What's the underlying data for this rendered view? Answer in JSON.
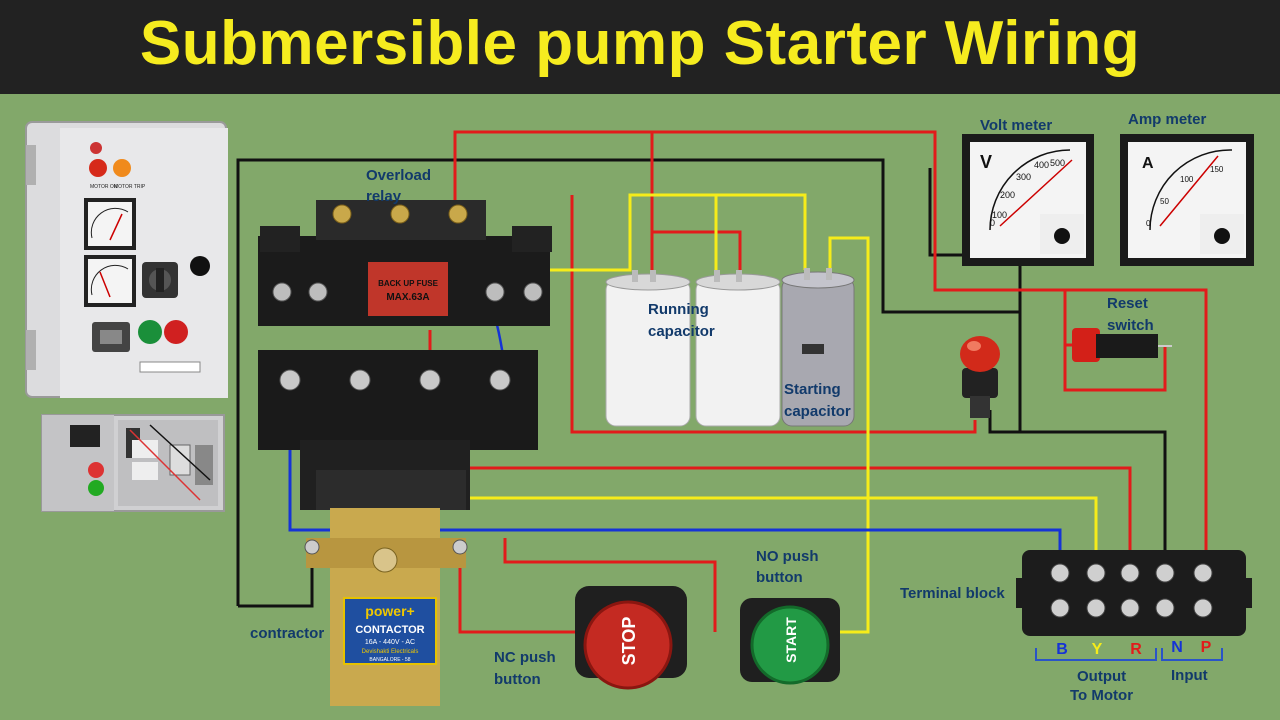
{
  "title": "Submersible pump Starter Wiring",
  "labels": {
    "overload_relay_1": "Overload",
    "overload_relay_2": "relay",
    "volt_meter": "Volt meter",
    "amp_meter": "Amp meter",
    "running_capacitor_1": "Running",
    "running_capacitor_2": "capacitor",
    "starting_capacitor_1": "Starting",
    "starting_capacitor_2": "capacitor",
    "reset_switch_1": "Reset",
    "reset_switch_2": "switch",
    "terminal_block": "Terminal block",
    "contractor": "contractor",
    "nc_push_1": "NC push",
    "nc_push_2": "button",
    "no_push_1": "NO push",
    "no_push_2": "button",
    "output_1": "Output",
    "output_2": "To Motor",
    "input": "Input"
  },
  "terminals": {
    "b": "B",
    "y": "Y",
    "r": "R",
    "n": "N",
    "p": "P"
  },
  "buttons": {
    "stop": "STOP",
    "start": "START"
  },
  "relay_plate": {
    "line1": "BACK UP FUSE",
    "line2": "MAX.63A"
  },
  "contactor_plate": {
    "brand": "power+",
    "type": "CONTACTOR",
    "rating": "16A - 440V - AC",
    "maker": "Devishakti Electricals",
    "city": "BANGALORE - 58"
  },
  "volt_meter_face": {
    "unit": "V",
    "ticks": [
      "0",
      "100",
      "200",
      "300",
      "400",
      "500"
    ]
  },
  "amp_meter_face": {
    "unit": "A",
    "ticks": [
      "0",
      "50",
      "100",
      "150"
    ]
  },
  "panel_indicators": {
    "motor_on": "MOTOR ON",
    "motor_trip": "MOTOR TRIP"
  },
  "colors": {
    "red_wire": "#e21b1b",
    "yellow_wire": "#f5ec1a",
    "blue_wire": "#1533d6",
    "black_wire": "#111111",
    "title_text": "#f6ec1f",
    "background": "#82a86a"
  }
}
